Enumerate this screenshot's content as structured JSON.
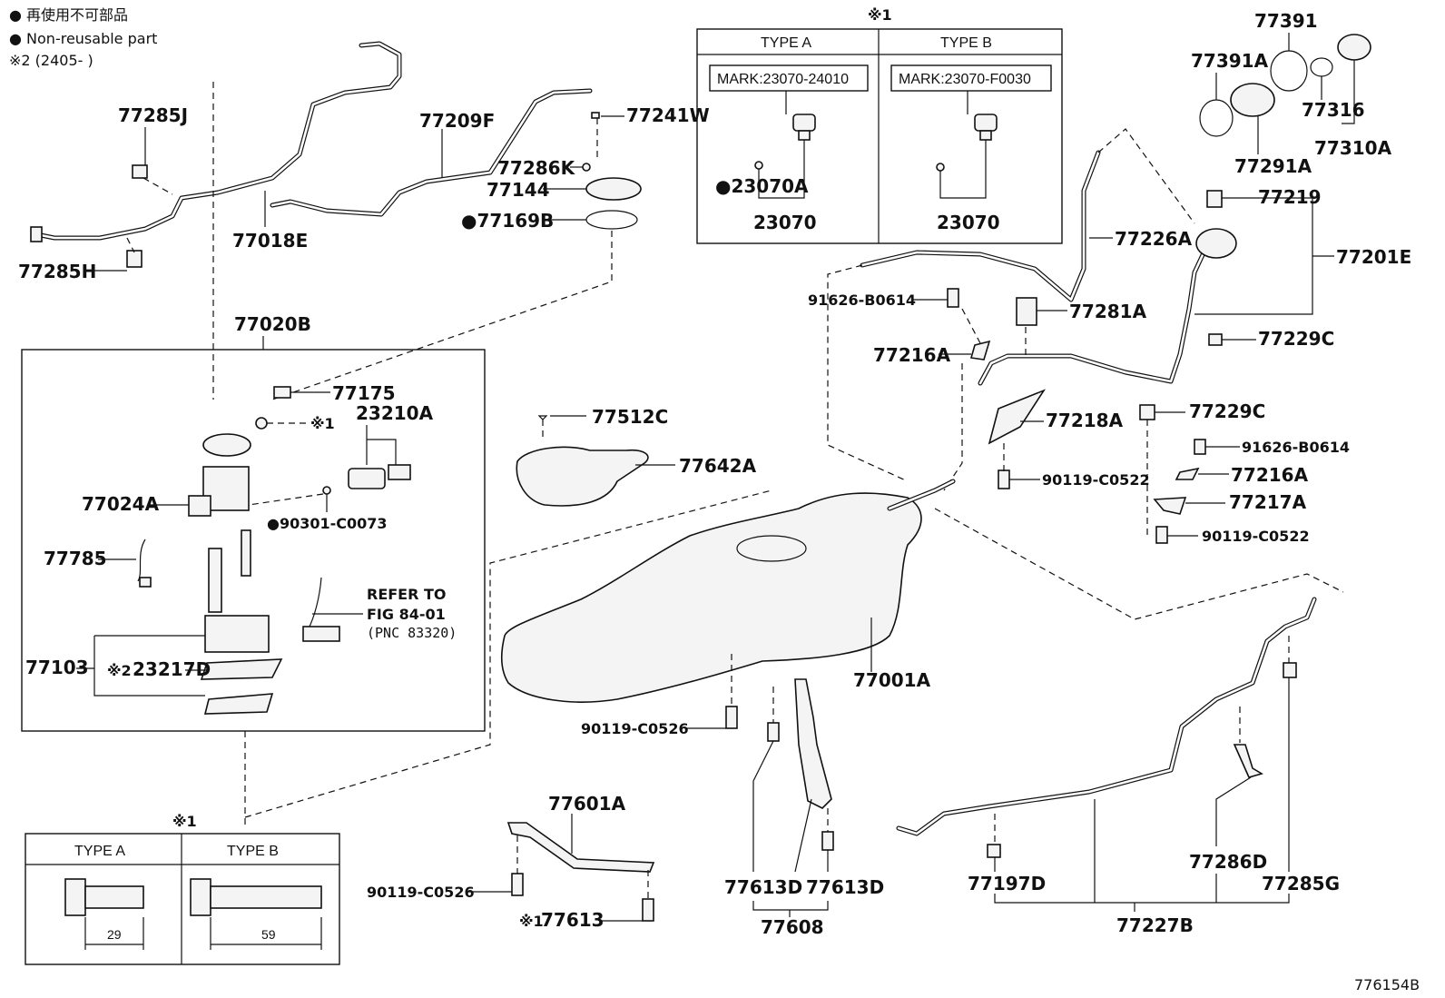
{
  "legend": {
    "line1": "● 再使用不可部品",
    "line2": "● Non-reusable part",
    "line3": "※2 (2405-    )"
  },
  "footer": {
    "code": "776154B"
  },
  "type_table_top": {
    "mark": "※1",
    "type_a": "TYPE A",
    "type_b": "TYPE B",
    "mark_a": "MARK:23070-24010",
    "mark_b": "MARK:23070-F0030",
    "part_a_nr": "●23070A",
    "part_a": "23070",
    "part_b": "23070"
  },
  "type_table_bottom": {
    "mark": "※1",
    "type_a": "TYPE A",
    "type_b": "TYPE B",
    "dim_a": "29",
    "dim_b": "59"
  },
  "pump_box": {
    "title": "77020B",
    "refer1": "REFER TO",
    "refer2": "FIG 84-01",
    "refer3": "(PNC 83320)",
    "mark1": "※1",
    "mark2": "※2"
  },
  "labels": {
    "p77285J": "77285J",
    "p77285H": "77285H",
    "p77018E": "77018E",
    "p77209F": "77209F",
    "p77241W": "77241W",
    "p77286K": "77286K",
    "p77144": "77144",
    "p77169B": "●77169B",
    "p77175": "77175",
    "p23210A": "23210A",
    "p77024A": "77024A",
    "p90301": "●90301-C0073",
    "p77785": "77785",
    "p77103": "77103",
    "p23217D": "23217D",
    "p77391": "77391",
    "p77391A": "77391A",
    "p77316": "77316",
    "p77310A": "77310A",
    "p77291A": "77291A",
    "p77219": "77219",
    "p77201E": "77201E",
    "p77226A": "77226A",
    "p91626a": "91626-B0614",
    "p77281A": "77281A",
    "p77229Ca": "77229C",
    "p77216Aa": "77216A",
    "p77229Cb": "77229C",
    "p77218A": "77218A",
    "p91626b": "91626-B0614",
    "p90119a": "90119-C0522",
    "p77216Ab": "77216A",
    "p77217A": "77217A",
    "p90119b": "90119-C0522",
    "p77512C": "77512C",
    "p77642A": "77642A",
    "p77001A": "77001A",
    "p90119c": "90119-C0526",
    "p77601A": "77601A",
    "p90119d": "90119-C0526",
    "p77613": "77613",
    "p77613Da": "77613D",
    "p77613Db": "77613D",
    "p77608": "77608",
    "p77197D": "77197D",
    "p77286D": "77286D",
    "p77285G": "77285G",
    "p77227B": "77227B",
    "mark77613": "※1"
  }
}
